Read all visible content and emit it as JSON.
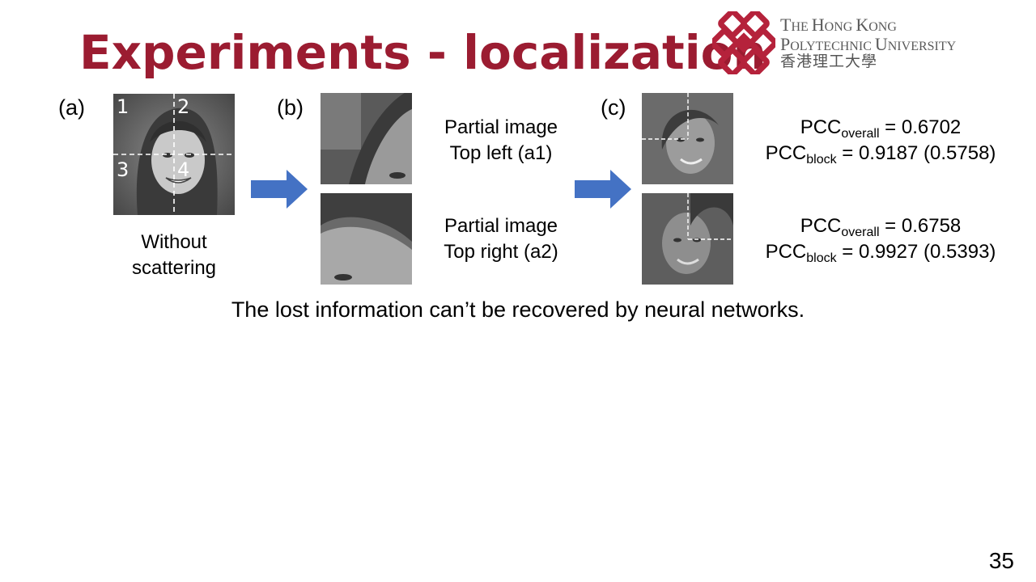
{
  "slide": {
    "title": "Experiments - localization",
    "page_number": "35",
    "conclusion": "The lost information can’t be recovered by neural networks."
  },
  "logo": {
    "name_line1_initial1": "T",
    "name_line1_rest1": "HE ",
    "name_line1_initial2": "H",
    "name_line1_rest2": "ONG ",
    "name_line1_initial3": "K",
    "name_line1_rest3": "ONG",
    "name_line2_initial1": "P",
    "name_line2_rest1": "OLYTECHNIC ",
    "name_line2_initial2": "U",
    "name_line2_rest2": "NIVERSITY",
    "name_zh": "香港理工大學",
    "color": "#b5223b"
  },
  "panel_a": {
    "label": "(a)",
    "quadrants": [
      "1",
      "2",
      "3",
      "4"
    ],
    "caption_line1": "Without",
    "caption_line2": "scattering"
  },
  "panel_b": {
    "label": "(b)",
    "rows": [
      {
        "line1": "Partial image",
        "line2": "Top left (a1)"
      },
      {
        "line1": "Partial image",
        "line2": "Top right (a2)"
      }
    ]
  },
  "panel_c": {
    "label": "(c)",
    "rows": [
      {
        "overall_prefix": "PCC",
        "overall_sub": "overall",
        "overall_value": " = 0.6702",
        "block_prefix": "PCC",
        "block_sub": "block",
        "block_value": " = 0.9187 (0.5758)"
      },
      {
        "overall_prefix": "PCC",
        "overall_sub": "overall",
        "overall_value": " = 0.6758",
        "block_prefix": "PCC",
        "block_sub": "block",
        "block_value": " = 0.9927 (0.5393)"
      }
    ]
  },
  "colors": {
    "title": "#9b1c31",
    "arrow": "#4472c4",
    "dashed_line": "#ffffff"
  }
}
